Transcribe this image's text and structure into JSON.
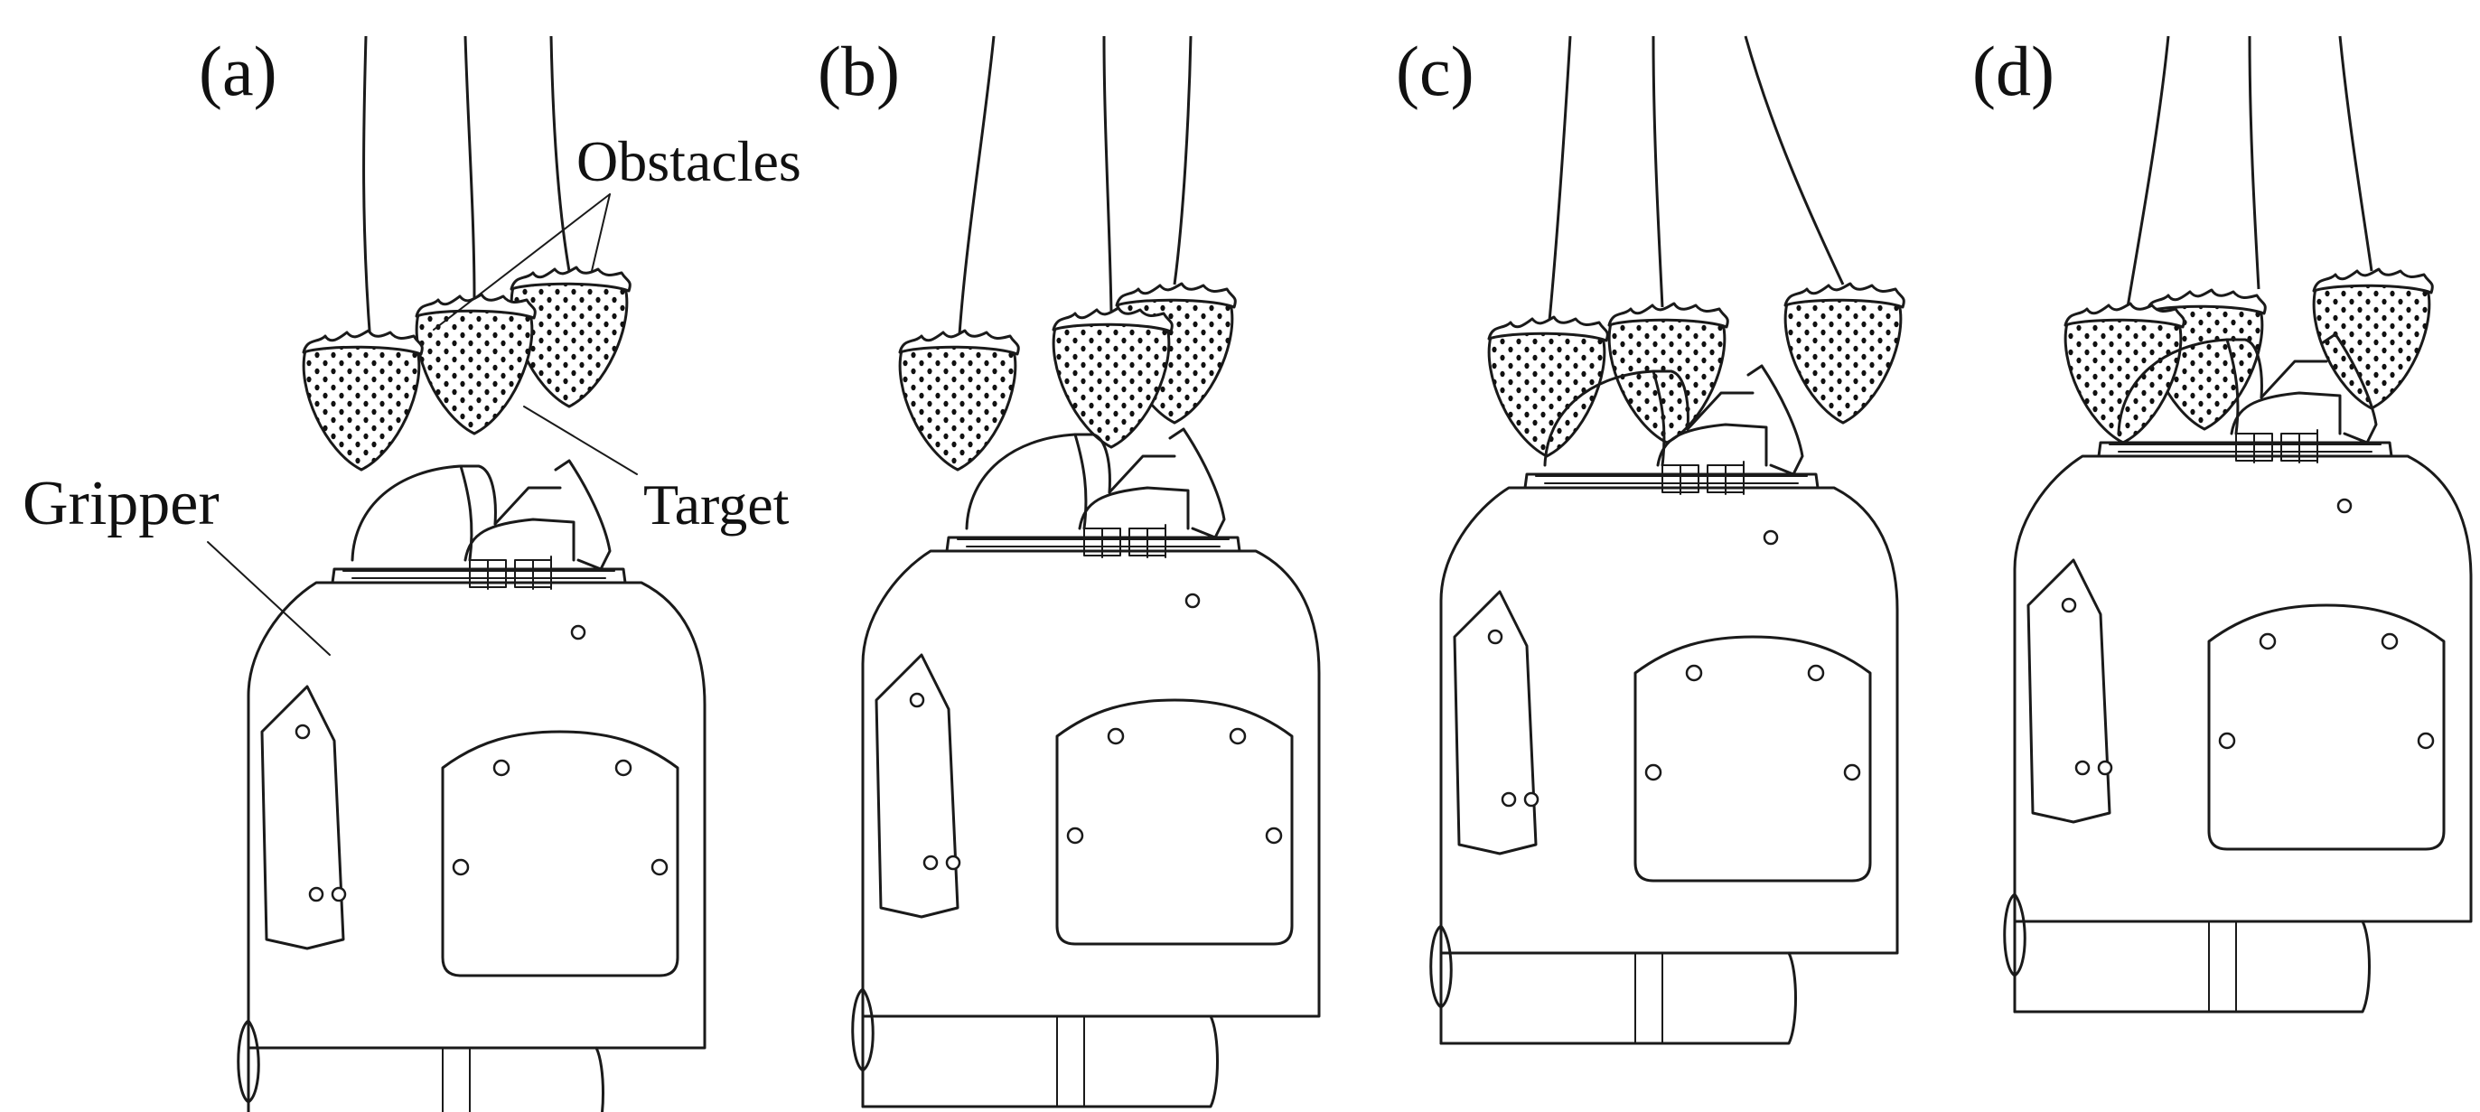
{
  "panels": [
    {
      "id": "a",
      "label": "(a)"
    },
    {
      "id": "b",
      "label": "(b)"
    },
    {
      "id": "c",
      "label": "(c)"
    },
    {
      "id": "d",
      "label": "(d)"
    }
  ],
  "annotations": {
    "obstacles": "Obstacles",
    "target": "Target",
    "gripper": "Gripper"
  }
}
